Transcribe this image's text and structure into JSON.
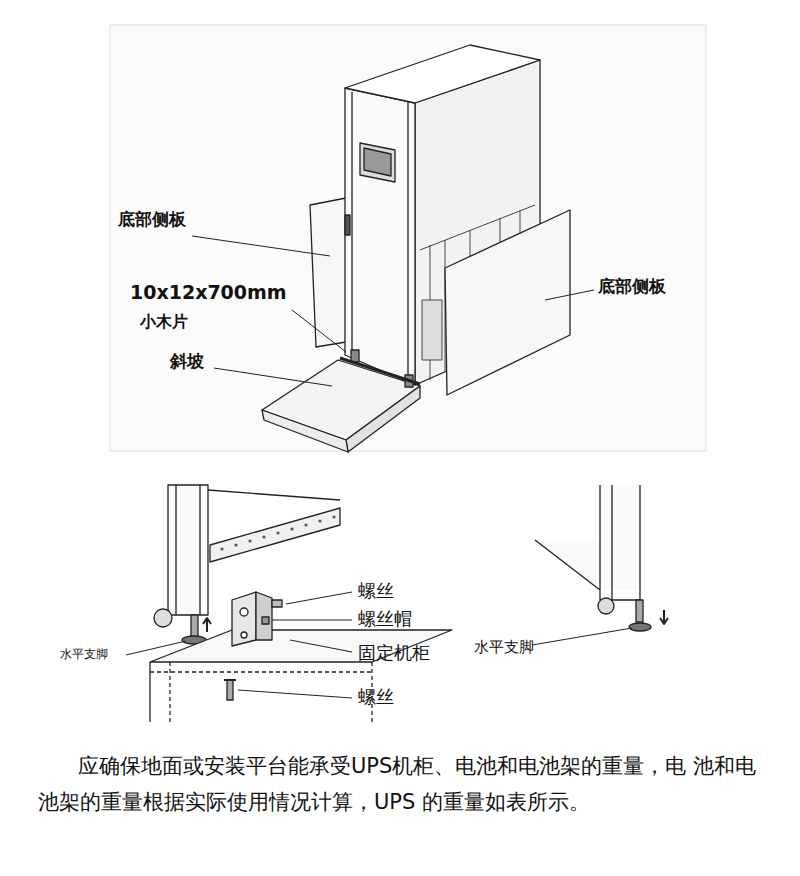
{
  "diagram": {
    "caption": "应确保地面或安装平台能承受UPS机柜、电池和电池架的重量，电 池和电池架的重量根据实际使用情况计算，UPS 的重量如表所示。",
    "labels": [
      "底部侧板",
      "10x12x700mm",
      "小木片",
      "斜坡",
      "底部侧板",
      "螺丝",
      "螺丝帽",
      "固定机柜",
      "螺丝",
      "水平支脚",
      "水平支脚"
    ]
  }
}
